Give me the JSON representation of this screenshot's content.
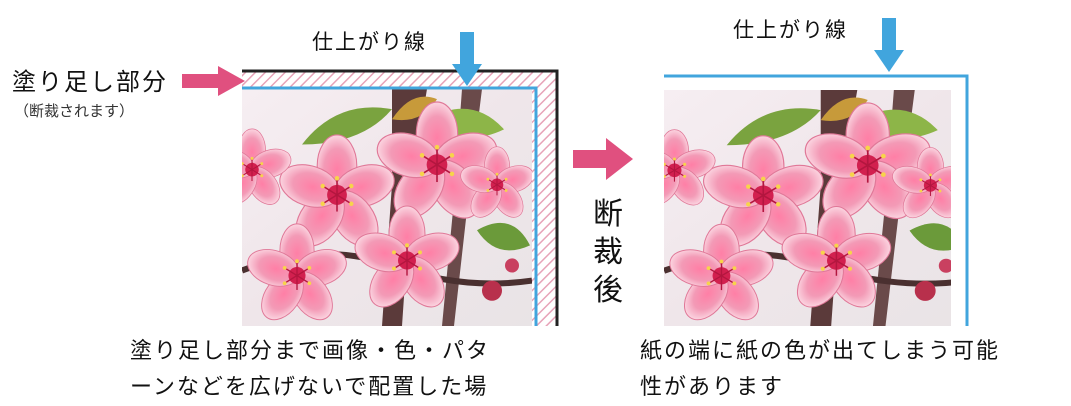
{
  "before": {
    "bleed_label": "塗り足し部分",
    "bleed_sublabel": "（断裁されます）",
    "trim_label": "仕上がり線",
    "caption_line1": "塗り足し部分まで画像・色・パタ",
    "caption_line2": "ーンなどを広げないで配置した場"
  },
  "after": {
    "trim_label": "仕上がり線",
    "after_cut_label": "断裁後",
    "caption_line1": "紙の端に紙の色が出てしまう可能",
    "caption_line2": "性があります"
  },
  "colors": {
    "pink_arrow": "#e0507f",
    "trim_line": "#41a5dd",
    "bleed_hatch": "#e7a3b8",
    "bleed_border": "#222222"
  }
}
